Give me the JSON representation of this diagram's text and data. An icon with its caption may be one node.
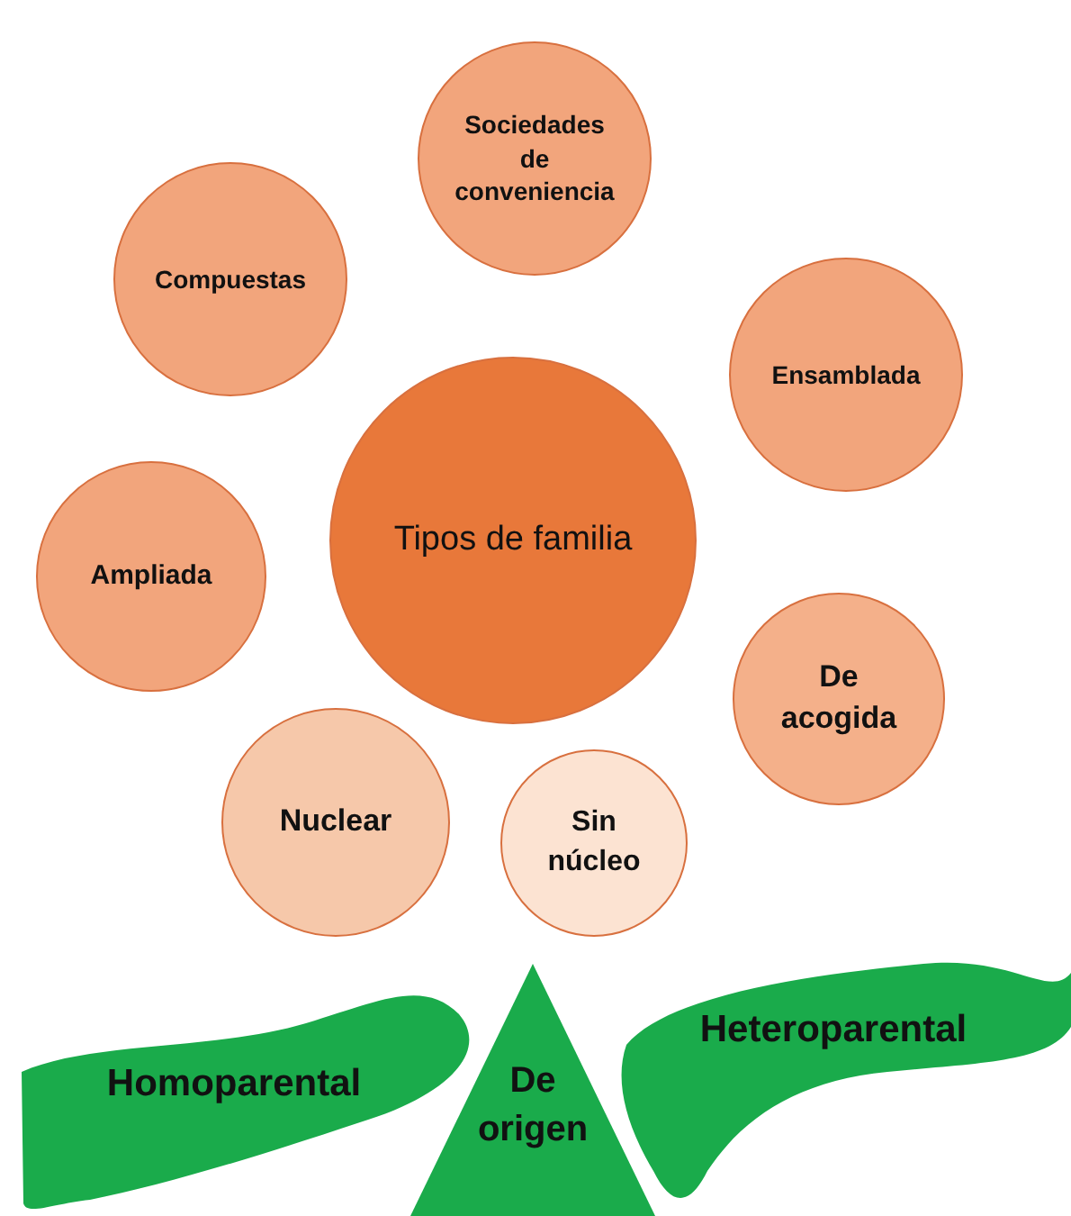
{
  "diagram": {
    "nodes": [
      {
        "text": [
          "Sociedades de conveniencia"
        ]
      },
      {
        "text": [
          "Compuestas"
        ]
      },
      {
        "text": [
          "Ensamblada"
        ]
      },
      {
        "text": [
          "Tipos de familia"
        ]
      },
      {
        "text": [
          "Ampliada"
        ]
      },
      {
        "text": [
          "De acogida"
        ]
      },
      {
        "text": [
          "Nuclear"
        ]
      },
      {
        "text": [
          "Sin núcleo"
        ]
      },
      {
        "text": [
          "Heteroparental"
        ]
      },
      {
        "text": [
          "Homoparental"
        ]
      },
      {
        "text": [
          "De origen"
        ]
      }
    ]
  }
}
